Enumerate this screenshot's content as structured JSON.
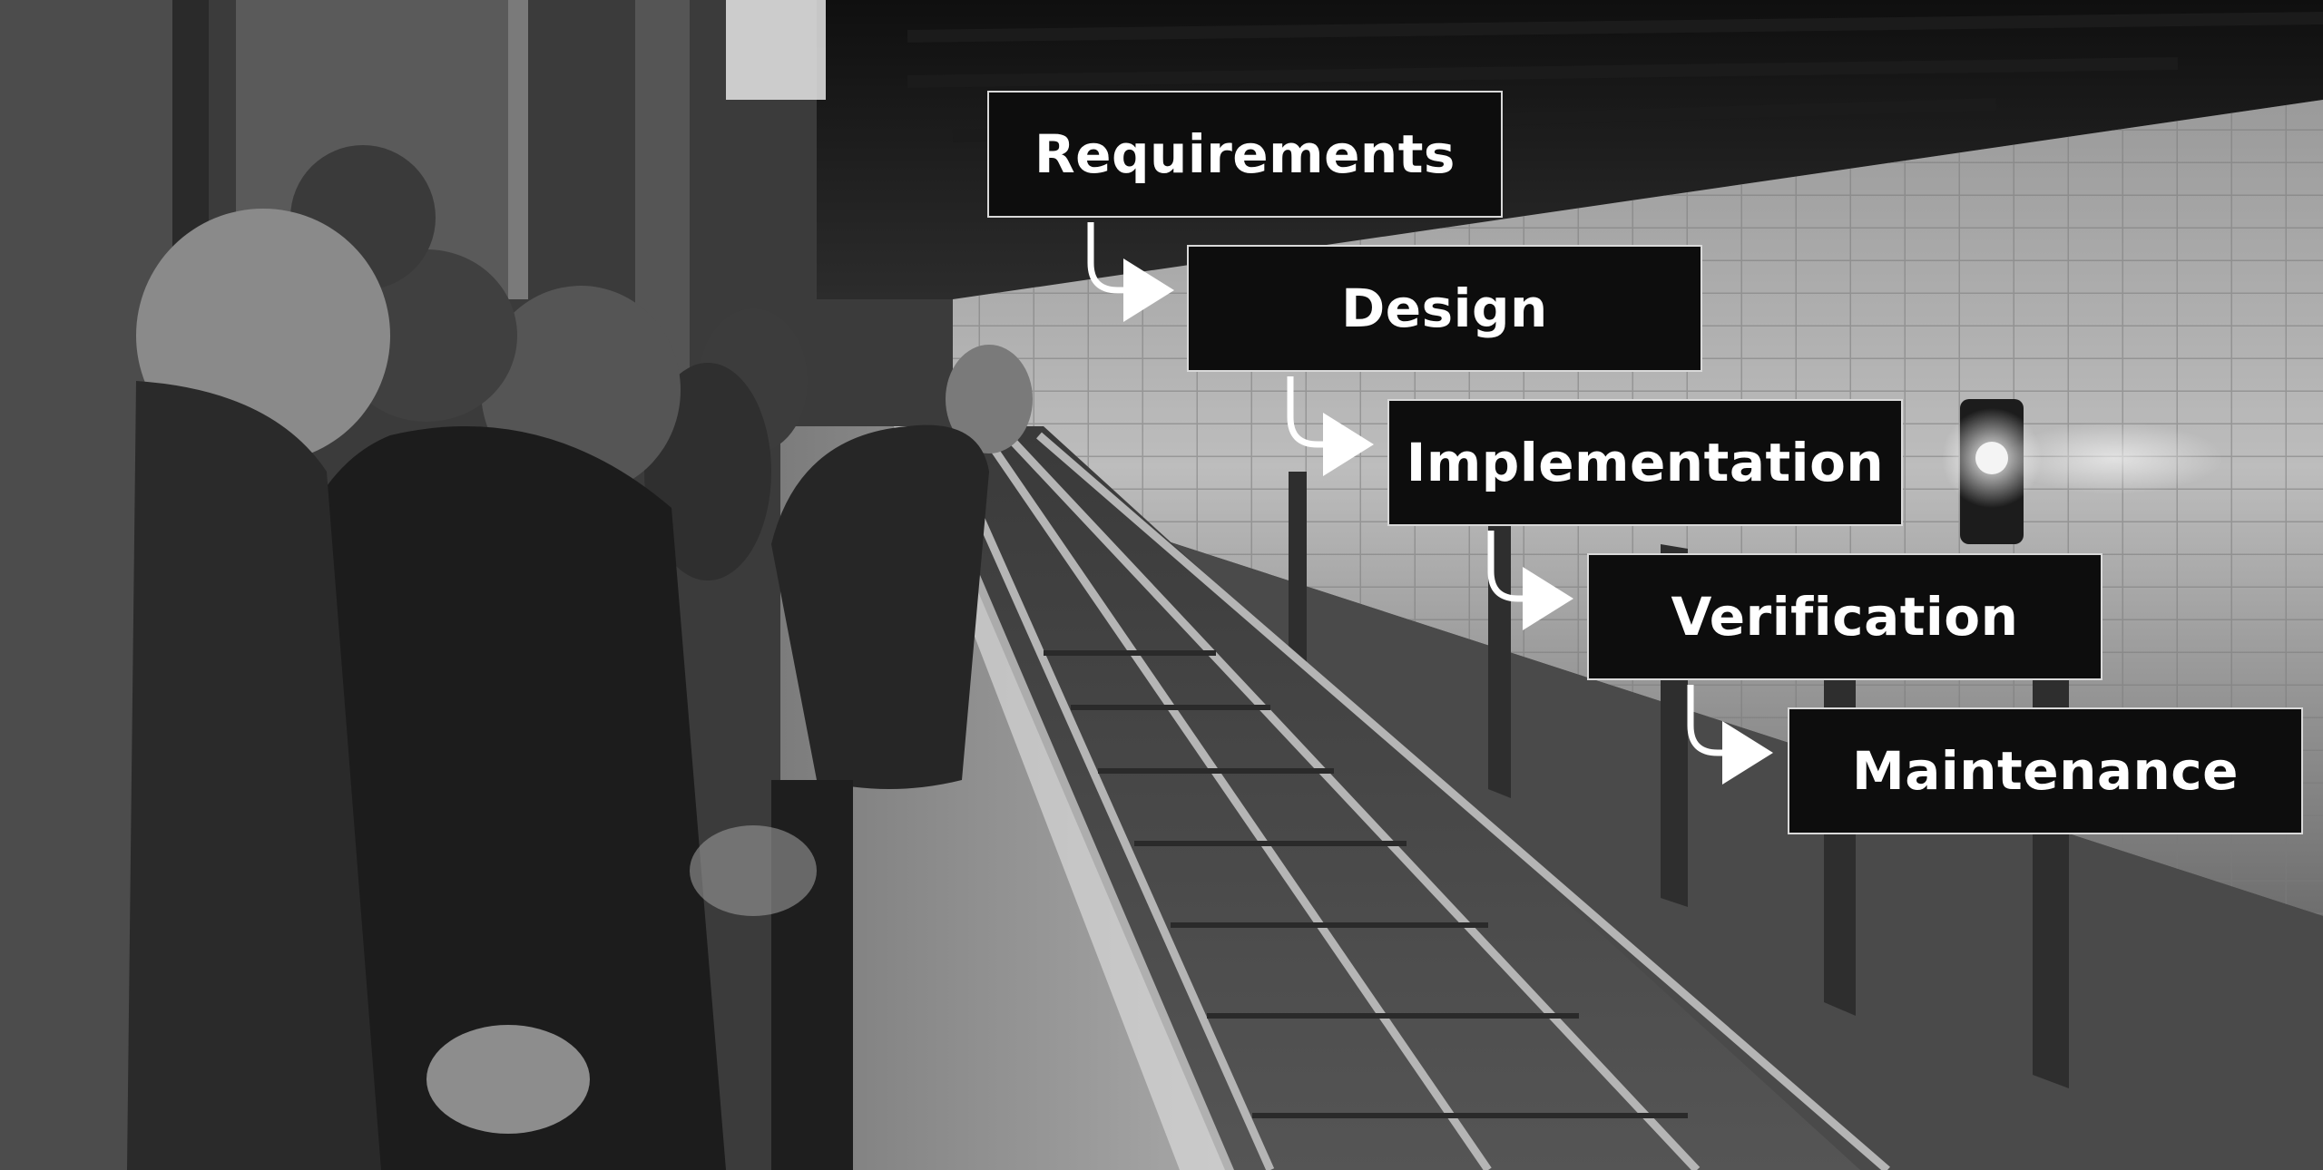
{
  "diagram": {
    "steps": [
      {
        "label": "Requirements"
      },
      {
        "label": "Design"
      },
      {
        "label": "Implementation"
      },
      {
        "label": "Verification"
      },
      {
        "label": "Maintenance"
      }
    ],
    "colors": {
      "box_fill": "#0d0d0d",
      "box_border": "#d9d9d9",
      "text": "#ffffff",
      "arrow": "#ffffff"
    }
  },
  "background": {
    "description_icon": "subway-platform-photo",
    "tone": "grayscale"
  }
}
